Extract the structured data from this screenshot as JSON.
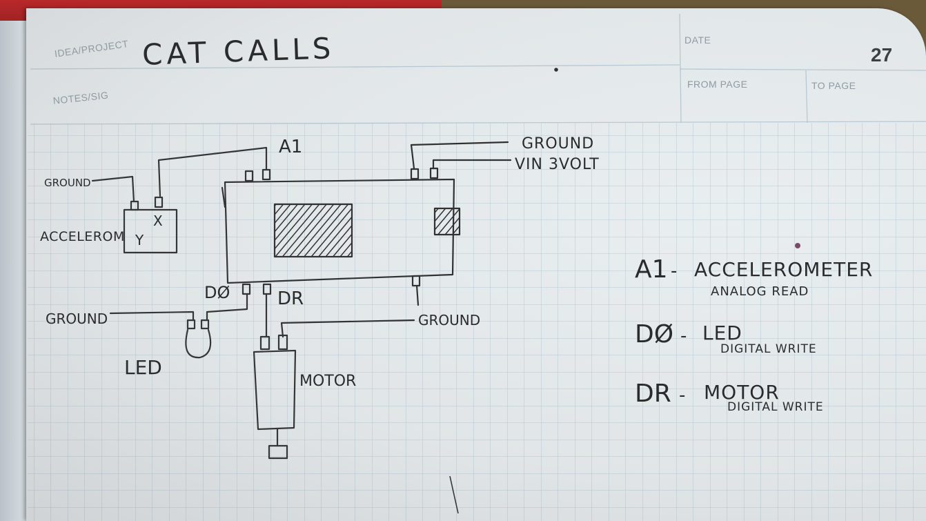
{
  "notebook": {
    "labels": {
      "idea_project": "IDEA/PROJECT",
      "notes_sig": "NOTES/SIG",
      "date": "DATE",
      "from_page": "FROM PAGE",
      "to_page": "TO PAGE"
    },
    "page_number": "27",
    "title": "CAT CALLS"
  },
  "diagram": {
    "a1_pin": "A1",
    "ground_top": "GROUND",
    "vin": "VIN 3VOLT",
    "ground_left": "GROUND",
    "accelerometer": "ACCELEROM",
    "axis_x": "X",
    "axis_y": "Y",
    "d0_pin": "DØ",
    "dr_pin": "DR",
    "ground_led": "GROUND",
    "ground_motor": "GROUND",
    "led": "LED",
    "motor": "MOTOR"
  },
  "legend": [
    {
      "key": "A1",
      "dash": "-",
      "name": "ACCELEROMETER",
      "mode": "ANALOG READ"
    },
    {
      "key": "DØ",
      "dash": "-",
      "name": "LED",
      "mode": "DIGITAL WRITE"
    },
    {
      "key": "DR",
      "dash": "-",
      "name": "MOTOR",
      "mode": "DIGITAL WRITE"
    }
  ],
  "colors": {
    "paper": "#e9eef0",
    "grid": "#b9cbd6",
    "ink": "#2a2b2c",
    "print": "#8f9aa3"
  }
}
